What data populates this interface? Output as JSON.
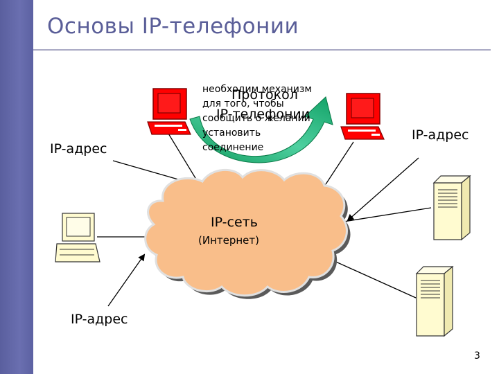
{
  "slide": {
    "title": "Основы IP-телефонии",
    "page_number": "3"
  },
  "diagram": {
    "cloud": {
      "title": "IP-сеть",
      "subtitle": "(Интернет)",
      "fill": "#f9be8a"
    },
    "protocol": {
      "line1": "Протокол",
      "line2": "IP-телефонии"
    },
    "note": "необходим механизм\nдля того, чтобы\nсообщить о желании\nустановить\nсоединение",
    "labels": {
      "top_left": "IP-адрес",
      "top_right": "IP-адрес",
      "bottom_left": "IP-адрес"
    },
    "colors": {
      "sidebar": "#5f64a6",
      "title": "#5a5e98",
      "red_computer": "#ff0000",
      "arrow": "#22b07a"
    },
    "icons": [
      "red-computer-icon",
      "beige-computer-icon",
      "server-icon"
    ]
  }
}
